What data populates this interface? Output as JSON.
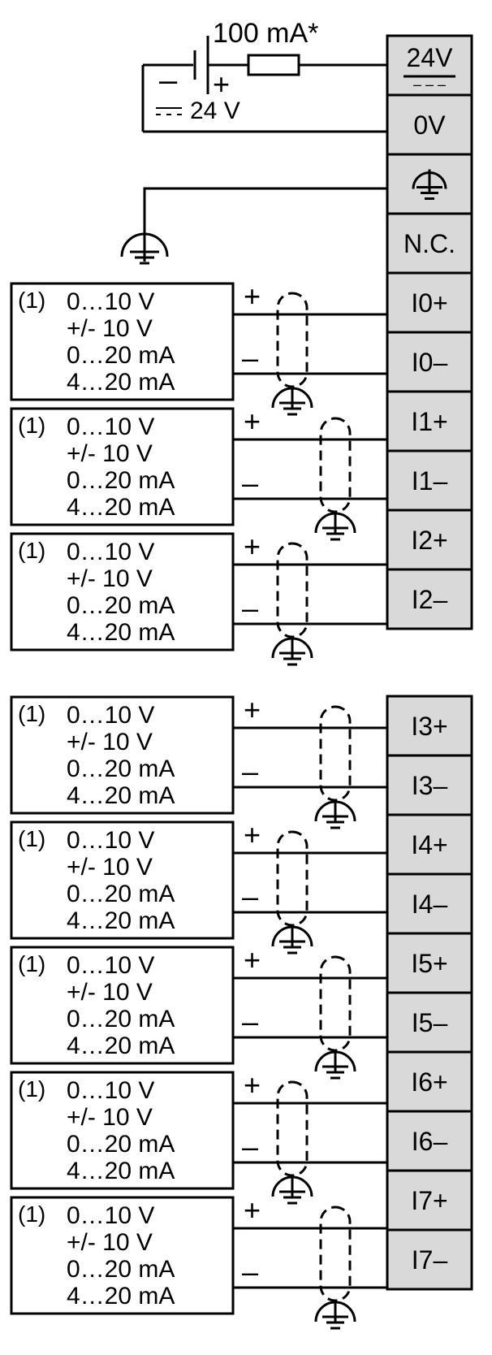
{
  "power": {
    "fuse_label": "100 mA*",
    "minus_sign": "–",
    "plus_sign": "+",
    "voltage_label": "24 V"
  },
  "terminals_top": [
    {
      "label": "24V",
      "sublabel": "– – –"
    },
    {
      "label": "0V"
    },
    {
      "label": "",
      "icon": "ground-icon"
    },
    {
      "label": "N.C."
    },
    {
      "label": "I0+"
    },
    {
      "label": "I0–"
    },
    {
      "label": "I1+"
    },
    {
      "label": "I1–"
    },
    {
      "label": "I2+"
    },
    {
      "label": "I2–"
    }
  ],
  "terminals_bottom": [
    {
      "label": "I3+"
    },
    {
      "label": "I3–"
    },
    {
      "label": "I4+"
    },
    {
      "label": "I4–"
    },
    {
      "label": "I5+"
    },
    {
      "label": "I5–"
    },
    {
      "label": "I6+"
    },
    {
      "label": "I6–"
    },
    {
      "label": "I7+"
    },
    {
      "label": "I7–"
    }
  ],
  "sensor": {
    "note": "(1)",
    "ranges": [
      "0…10 V",
      "+/- 10 V",
      "0…20 mA",
      "4…20 mA"
    ],
    "plus": "+",
    "minus": "–"
  },
  "colors": {
    "terminal_fill": "#d9d9d9",
    "line": "#000000"
  }
}
